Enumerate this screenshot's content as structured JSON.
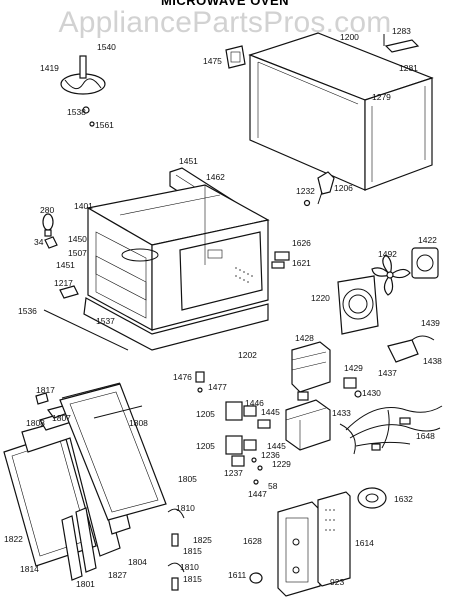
{
  "header": {
    "title": "MICROWAVE OVEN",
    "watermark": "AppliancePartsPros.com"
  },
  "parts": {
    "p1540": "1540",
    "p1419": "1419",
    "p1538": "1538",
    "p1561": "1561",
    "p1475": "1475",
    "p1200": "1200",
    "p1283": "1283",
    "p1281": "1281",
    "p1279": "1279",
    "p1451a": "1451",
    "p1462": "1462",
    "p1232": "1232",
    "p1206": "1206",
    "p280": "280",
    "p1401": "1401",
    "p1450": "1450",
    "p1507": "1507",
    "p34": "34",
    "p1451b": "1451",
    "p1626": "1626",
    "p1621": "1621",
    "p1492": "1492",
    "p1422": "1422",
    "p1217": "1217",
    "p1536": "1536",
    "p1537": "1537",
    "p1220": "1220",
    "p1202": "1202",
    "p1428": "1428",
    "p1439": "1439",
    "p1429": "1429",
    "p1438": "1438",
    "p1437": "1437",
    "p1476": "1476",
    "p1477": "1477",
    "p1430": "1430",
    "p1817": "1817",
    "p1808a": "1808",
    "p1807": "1807",
    "p1808b": "1808",
    "p1446": "1446",
    "p1205a": "1205",
    "p1445a": "1445",
    "p1433": "1433",
    "p1648": "1648",
    "p1205b": "1205",
    "p1445b": "1445",
    "p1236": "1236",
    "p1229": "1229",
    "p1237": "1237",
    "p58": "58",
    "p1447": "1447",
    "p1805": "1805",
    "p1632": "1632",
    "p1810a": "1810",
    "p1825": "1825",
    "p1815a": "1815",
    "p1822": "1822",
    "p1804": "1804",
    "p1628": "1628",
    "p1614": "1614",
    "p1814": "1814",
    "p1801": "1801",
    "p1827": "1827",
    "p1810b": "1810",
    "p1815b": "1815",
    "p1611": "1611",
    "p923": "923"
  }
}
